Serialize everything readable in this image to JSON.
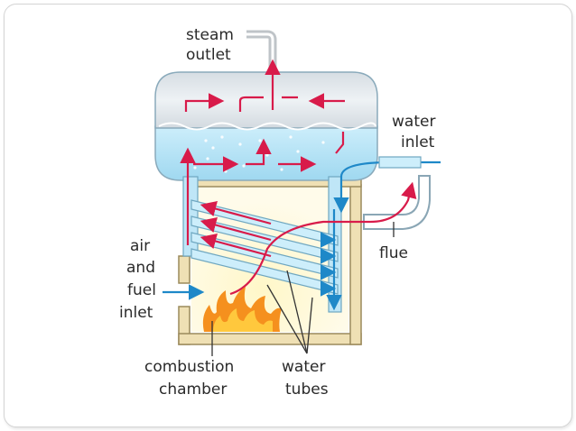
{
  "labels": {
    "steam_outlet_line1": "steam",
    "steam_outlet_line2": "outlet",
    "water_inlet_line1": "water",
    "water_inlet_line2": "inlet",
    "air_fuel_line1": "air",
    "air_fuel_line2": "and",
    "air_fuel_line3": "fuel",
    "air_fuel_line4": "inlet",
    "flue": "flue",
    "combustion_line1": "combustion",
    "combustion_line2": "chamber",
    "water_tubes_line1": "water",
    "water_tubes_line2": "tubes"
  },
  "colors": {
    "steam_arrow": "#d81b4a",
    "water_arrow": "#1e88c8",
    "water_fill": "#bfe6f7",
    "wall": "#efe0b4",
    "flame": "#f5901e"
  }
}
